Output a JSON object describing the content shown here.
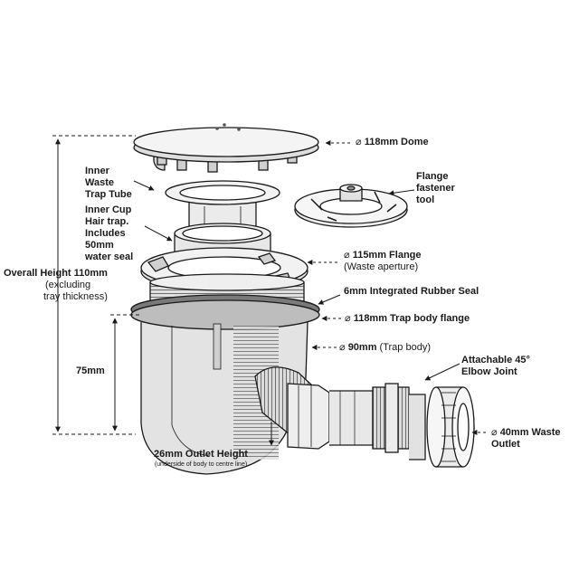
{
  "labels": {
    "dome": {
      "symbol": "⌀",
      "text": "118mm Dome"
    },
    "inner_tube": [
      "Inner",
      "Waste",
      "Trap Tube"
    ],
    "flange_tool": [
      "Flange",
      "fastener",
      "tool"
    ],
    "inner_cup": [
      "Inner Cup",
      "Hair trap.",
      "Includes",
      "50mm",
      "water seal"
    ],
    "flange": {
      "symbol": "⌀",
      "bold": "115mm Flange",
      "sub": "(Waste aperture)"
    },
    "overall_height": {
      "bold": "Overall Height 110mm",
      "sub": [
        "(excluding",
        "tray thickness)"
      ]
    },
    "rubber_seal": "6mm Integrated Rubber Seal",
    "trap_flange": {
      "symbol": "⌀",
      "text": "118mm Trap body flange"
    },
    "body": {
      "symbol": "⌀",
      "bold": "90mm",
      "sub": "(Trap body)"
    },
    "elbow": [
      "Attachable 45°",
      "Elbow Joint"
    ],
    "height_75": "75mm",
    "waste_outlet": {
      "symbol": "⌀",
      "lines": [
        "40mm Waste",
        "Outlet"
      ]
    },
    "outlet_height": {
      "bold": "26mm Outlet Height",
      "sub": "(underside of body to centre line)"
    }
  },
  "colors": {
    "line": "#1a1a1a",
    "fill": "#e6e6e6",
    "fill_light": "#f2f2f2",
    "fill_dark": "#bdbdbd",
    "accent": "#6d6d6d"
  }
}
